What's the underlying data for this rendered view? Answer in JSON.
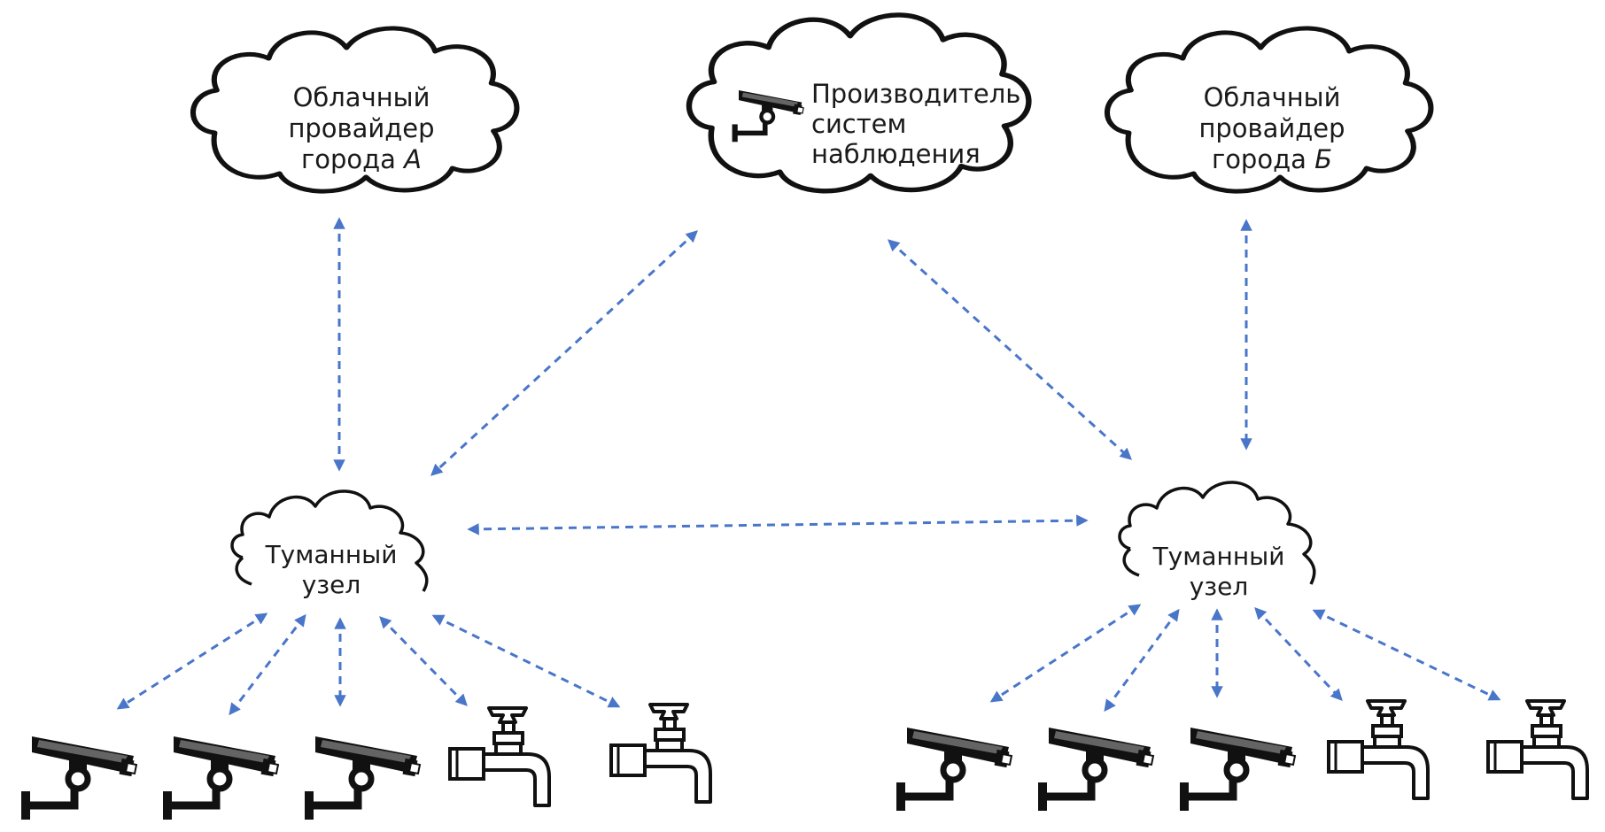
{
  "clouds": {
    "provider_a": {
      "line1": "Облачный",
      "line2": "провайдер",
      "line3_prefix": "города ",
      "line3_italic": "А"
    },
    "manufacturer": {
      "line1": "Производитель",
      "line2": "систем",
      "line3": "наблюдения",
      "icon": "security-camera-icon"
    },
    "provider_b": {
      "line1": "Облачный",
      "line2": "провайдер",
      "line3_prefix": "города ",
      "line3_italic": "Б"
    }
  },
  "fog_nodes": [
    {
      "line1": "Туманный",
      "line2": "узел"
    },
    {
      "line1": "Туманный",
      "line2": "узел"
    }
  ],
  "edge_devices": {
    "left": [
      "security-camera-icon",
      "security-camera-icon",
      "security-camera-icon",
      "water-tap-icon",
      "water-tap-icon"
    ],
    "right": [
      "security-camera-icon",
      "security-camera-icon",
      "security-camera-icon",
      "water-tap-icon",
      "water-tap-icon"
    ]
  },
  "colors": {
    "connection": "#4a76c9",
    "outline": "#111111",
    "background": "#ffffff"
  }
}
